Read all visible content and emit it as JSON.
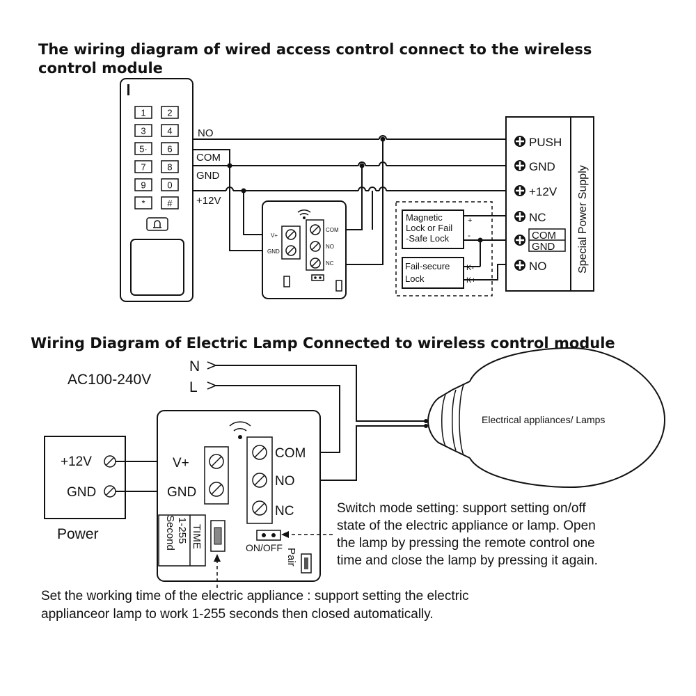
{
  "top": {
    "title_line1": "The wiring diagram of wired access control connect to the wireless",
    "title_line2": "control module",
    "keypad_keys": [
      "1",
      "2",
      "3",
      "4",
      "5·",
      "6",
      "7",
      "8",
      "9",
      "0",
      "*",
      "#"
    ],
    "keypad_labels": {
      "no": "NO",
      "com": "COM",
      "gnd": "GND",
      "v12": "+12V"
    },
    "module": {
      "vplus": "V+",
      "gnd": "GND",
      "com": "COM",
      "no": "NO",
      "nc": "NC"
    },
    "locks": {
      "magnetic_line1": "Magnetic",
      "magnetic_line2": "Lock or Fail",
      "magnetic_line3": "-Safe Lock",
      "plus": "+",
      "minus": "-",
      "failsecure_line1": "Fail-secure",
      "failsecure_line2": "Lock",
      "kminus": "K-",
      "kplus": "K+"
    },
    "supply": {
      "title": "Special Power Supply",
      "push": "PUSH",
      "gnd": "GND",
      "v12": "+12V",
      "nc": "NC",
      "com": "COM",
      "gnd2": "GND",
      "no": "NO"
    }
  },
  "bottom": {
    "title": "Wiring Diagram of Electric Lamp Connected to wireless control module",
    "ac_label": "AC100-240V",
    "n": "N",
    "l": "L",
    "power_label": "Power",
    "power_v12": "+12V",
    "power_gnd": "GND",
    "module_vplus": "V+",
    "module_gnd": "GND",
    "com": "COM",
    "no": "NO",
    "nc": "NC",
    "time_label": "TIME",
    "time_range": "1-255",
    "time_unit": "Second",
    "onoff": "ON/OFF",
    "pair": "Pair",
    "lamp_label": "Electrical appliances/ Lamps",
    "switch_note": [
      "Switch mode setting: support setting on/off",
      "state of the electric appliance or lamp. Open",
      "the lamp by pressing the remote control one",
      "time and close the lamp by pressing it again."
    ],
    "time_note": [
      "Set the working time of the electric appliance : support setting the electric",
      "applianceor lamp to work 1-255 seconds then closed automatically."
    ]
  }
}
